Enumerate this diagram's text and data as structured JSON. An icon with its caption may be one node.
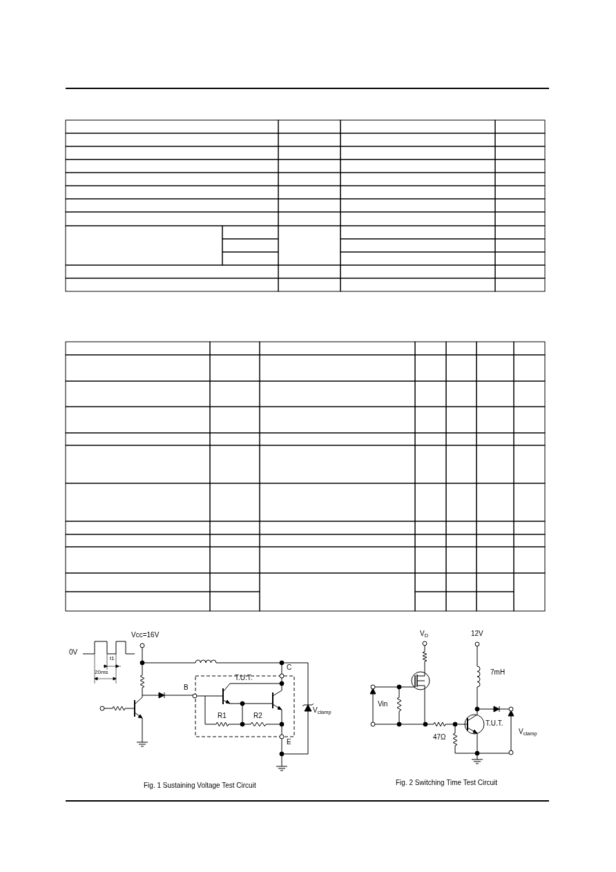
{
  "diagram": {
    "labels": [
      "0V",
      "Vcc=16V",
      "t1",
      "20ms",
      "B",
      "C",
      "T.U.T.",
      "R1",
      "R2",
      "V$_{clamp}$",
      "E",
      "Fig. 1 Sustaining Voltage Test Circuit",
      "V$_{D}$",
      "12V",
      "7mH",
      "Vin",
      "T.U.T.",
      "47Ω",
      "V$_{clamp}$",
      "Fig. 2 Switching Time Test Circuit"
    ]
  }
}
